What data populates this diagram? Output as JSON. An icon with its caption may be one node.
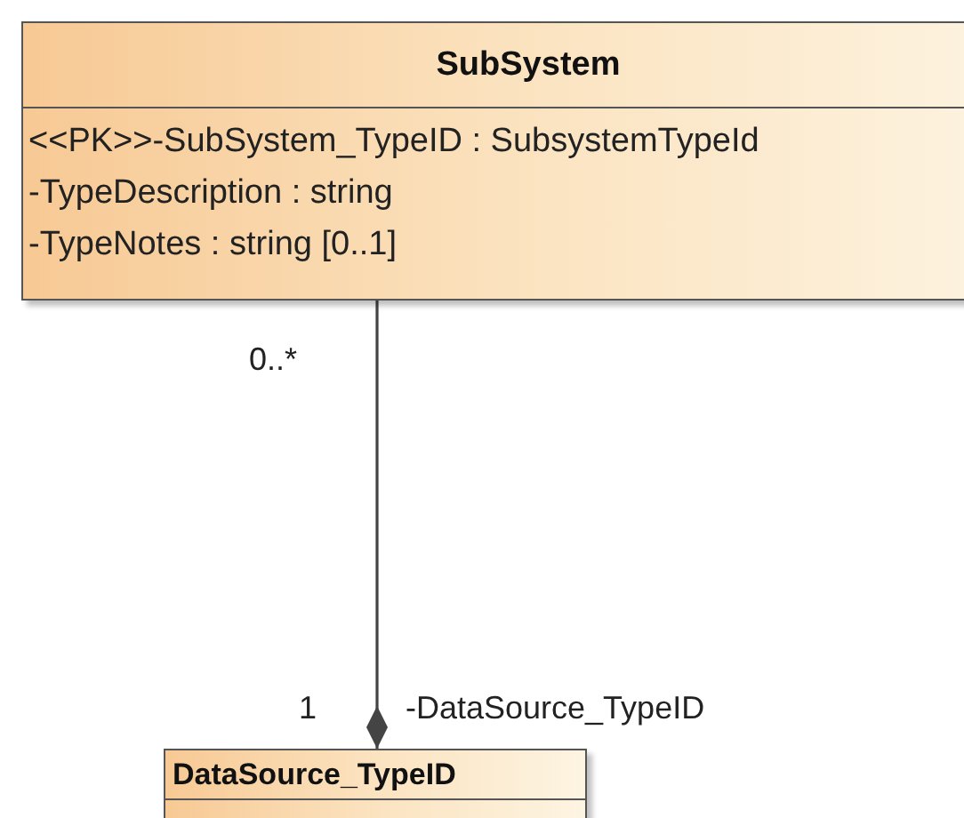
{
  "diagram": {
    "nodes": [
      {
        "text": [
          "SubSystem",
          "<<PK>>-SubSystem_TypeID : SubsystemTypeId",
          "-TypeDescription : string",
          "-TypeNotes : string [0..1]"
        ]
      },
      {
        "text": [
          "DataSource_TypeID"
        ]
      }
    ],
    "edges": [
      {
        "from": 0,
        "to": 1,
        "arrow": "other",
        "label": "-DataSource_TypeID"
      }
    ],
    "labels": [
      "0..*",
      "1"
    ]
  }
}
